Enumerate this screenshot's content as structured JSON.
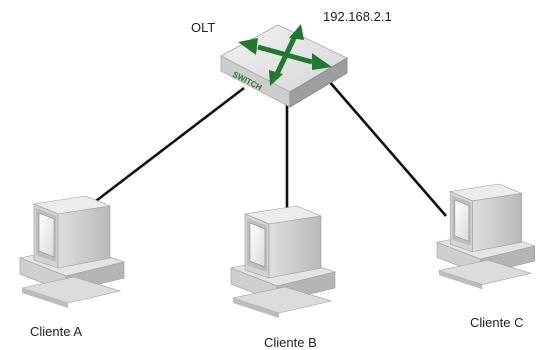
{
  "switch": {
    "name": "OLT",
    "ip": "192.168.2.1",
    "face_text": "SWITCH"
  },
  "clients": [
    {
      "label": "Cliente A"
    },
    {
      "label": "Cliente B"
    },
    {
      "label": "Cliente C"
    }
  ],
  "colors": {
    "switch_arrows": "#1f7a2f",
    "cable": "#111111",
    "device_body": "#cfcfcf"
  }
}
